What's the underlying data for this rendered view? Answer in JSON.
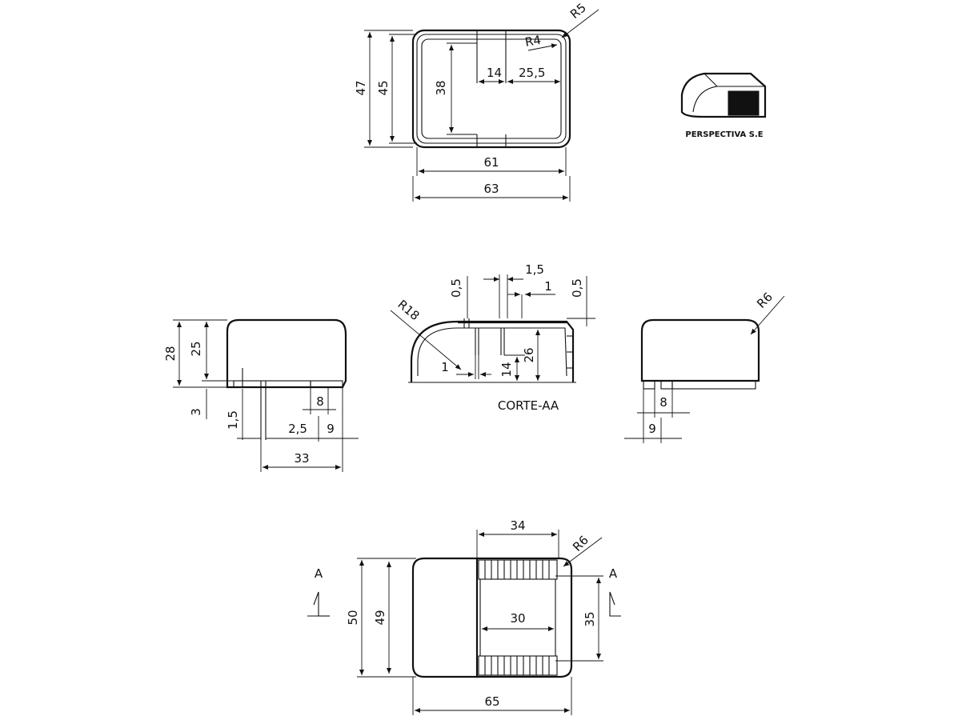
{
  "top_view": {
    "dims": {
      "d47": "47",
      "d45": "45",
      "d38": "38",
      "d14": "14",
      "d25_5": "25,5",
      "d61": "61",
      "d63": "63",
      "r5": "R5",
      "r4": "R4"
    }
  },
  "perspective": {
    "label": "PERSPECTIVA S.E"
  },
  "side_view_left": {
    "dims": {
      "d28": "28",
      "d25": "25",
      "d3": "3",
      "d1_5": "1,5",
      "d8": "8",
      "d2_5": "2,5",
      "d9": "9",
      "d33": "33"
    }
  },
  "section_view": {
    "label": "CORTE-AA",
    "dims": {
      "r18": "R18",
      "d0_5_left": "0,5",
      "d1_5": "1,5",
      "d1_top": "1",
      "d0_5_right": "0,5",
      "d26": "26",
      "d14": "14",
      "d1_bottom": "1"
    }
  },
  "side_view_right": {
    "dims": {
      "r6": "R6",
      "d8": "8",
      "d9": "9"
    }
  },
  "bottom_view": {
    "dims": {
      "d34": "34",
      "r6": "R6",
      "d50": "50",
      "d49": "49",
      "d30": "30",
      "d35": "35",
      "d65": "65"
    },
    "section_marks": {
      "left": "A",
      "right": "A"
    }
  }
}
